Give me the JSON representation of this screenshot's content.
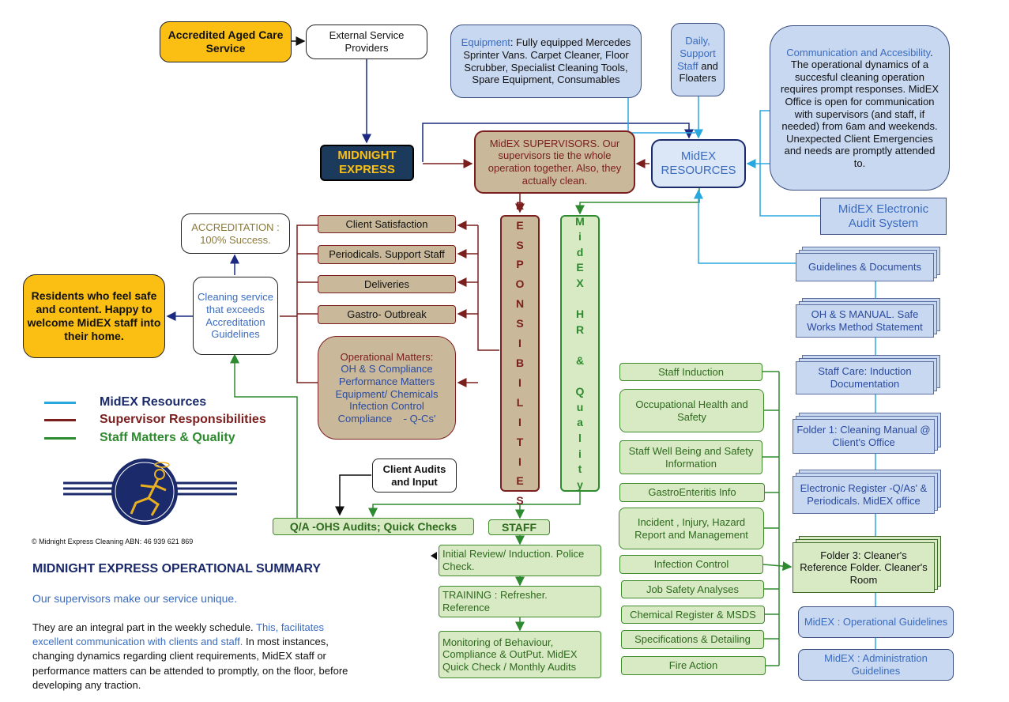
{
  "top": {
    "accredited": "Accredited Aged Care Service",
    "external": "External Service Providers",
    "midnight": "MIDNIGHT EXPRESS"
  },
  "equipment": {
    "label": "Equipment",
    "text": ": Fully equipped Mercedes Sprinter Vans. Carpet Cleaner, Floor Scrubber, Specialist Cleaning Tools, Spare Equipment, Consumables"
  },
  "daily": {
    "label": "Daily, Support Staff",
    "text": "and Floaters"
  },
  "communication": {
    "label": "Communication and Accesibility",
    "text": ". The operational dynamics of  a succesful cleaning operation requires prompt responses. MidEX Office is open for communication with supervisors (and staff, if needed) from 6am and weekends. Unexpected Client Emergencies and needs are promptly attended to."
  },
  "supervisors": "MidEX SUPERVISORS. Our supervisors tie the whole operation together. Also, they actually clean.",
  "resources": "MidEX RESOURCES",
  "audit_system": "MidEX Electronic Audit System",
  "accreditation": "ACCREDITATION : 100% Success.",
  "residents": "Residents who feel safe and content. Happy to welcome MidEX staff into their home.",
  "cleaning_service": "Cleaning service that exceeds Accreditation Guidelines",
  "supervisor_items": [
    "Client Satisfaction",
    "Periodicals. Support Staff",
    "Deliveries",
    "Gastro- Outbreak"
  ],
  "operational": {
    "title": "Operational Matters:",
    "lines": [
      "OH & S Compliance",
      "Performance Matters",
      "Equipment/ Chemicals",
      "Infection Control",
      "Compliance    - Q-Cs'"
    ]
  },
  "responsibilities_letters": [
    "R",
    "E",
    "S",
    "P",
    "O",
    "N",
    "S",
    "I",
    "B",
    "I",
    "L",
    "I",
    "T",
    "I",
    "E",
    "S"
  ],
  "hr_letters": [
    "M",
    "i",
    "d",
    "E",
    "X",
    "",
    "H",
    "R",
    "",
    "&",
    "",
    "Q",
    "u",
    "a",
    "l",
    "i",
    "t",
    "y"
  ],
  "legend": [
    {
      "label": "MidEX Resources",
      "color": "#29a8e0",
      "text_color": "#1b2a6b"
    },
    {
      "label": "Supervisor Responsibilities",
      "color": "#7a1e1e",
      "text_color": "#7a1e1e"
    },
    {
      "label": "Staff Matters & Quality",
      "color": "#2e8a2e",
      "text_color": "#2e8a2e"
    }
  ],
  "client_audits": "Client Audits and Input",
  "qa": "Q/A -OHS Audits; Quick Checks",
  "staff": "STAFF",
  "staff_steps": [
    "Initial Review/ Induction. Police Check.",
    "TRAINING : Refresher. Reference",
    "Monitoring of Behaviour, Compliance & OutPut. MidEX Quick Check / Monthly Audits"
  ],
  "staff_items": [
    "Staff Induction",
    "Occupational Health and Safety",
    "Staff Well Being and Safety Information",
    "GastroEnteritis Info",
    "Incident , Injury, Hazard Report and Management",
    "Infection Control",
    "Job Safety Analyses",
    "Chemical Register & MSDS",
    "Specifications & Detailing",
    "Fire Action"
  ],
  "docs": [
    "Guidelines & Documents",
    "OH & S MANUAL. Safe Works Method Statement",
    "Staff Care: Induction Documentation",
    "Folder 1: Cleaning Manual @ Client's Office",
    "Electronic  Register -Q/As' & Periodicals. MidEX office",
    "Folder 3: Cleaner's Reference Folder. Cleaner's Room",
    "MidEX : Operational Guidelines",
    "MidEX : Administration Guidelines"
  ],
  "copyright": "© Midnight Express Cleaning ABN: 46 939 621 869",
  "summary": {
    "title": "MIDNIGHT EXPRESS OPERATIONAL SUMMARY",
    "subtitle": "Our  supervisors make our service unique.",
    "p1": "They are an integral part in the weekly  schedule.",
    "p2": "This, facilitates excellent communication with clients and staff.",
    "p3": "In most instances, changing dynamics regarding client requirements, MidEX staff or performance  matters can be attended to promptly, on the floor, before developing any traction."
  },
  "colors": {
    "gold": "#fbbf14",
    "navy": "#1b3a5c",
    "resources": "#29a8e0",
    "supervisor": "#7a1e1e",
    "staff": "#2e8a2e"
  }
}
